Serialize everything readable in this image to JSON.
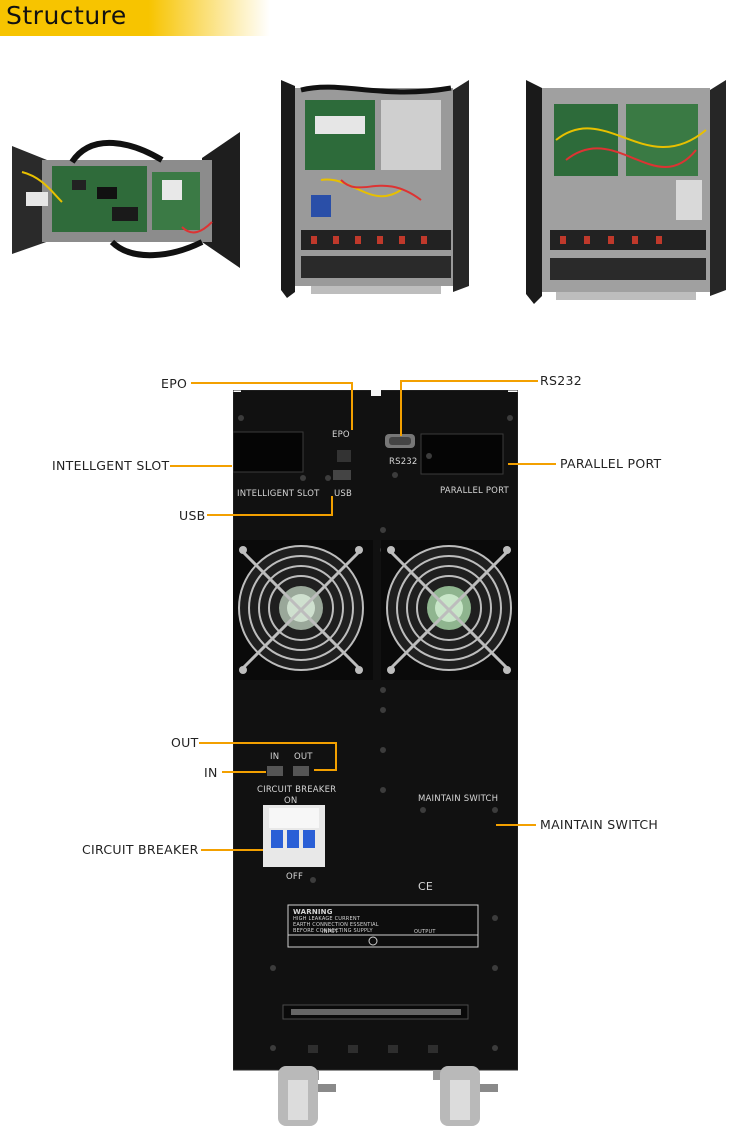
{
  "header": {
    "title": "Structure",
    "color": "#f7c400"
  },
  "callouts": {
    "epo": "EPO",
    "rs232": "RS232",
    "intelligent_slot": "INTELLGENT SLOT",
    "parallel_port": "PARALLEL PORT",
    "usb": "USB",
    "out": "OUT",
    "in": "IN",
    "maintain_switch": "MAINTAIN SWITCH",
    "circuit_breaker": "CIRCUIT BREAKER"
  },
  "panel_print": {
    "epo": "EPO",
    "rs232": "RS232",
    "intelligent_slot": "INTELLIGENT SLOT",
    "usb": "USB",
    "parallel_port": "PARALLEL PORT",
    "in": "IN",
    "out": "OUT",
    "circuit_breaker": "CIRCUIT BREAKER",
    "on": "ON",
    "off": "OFF",
    "maintain_switch": "MAINTAIN SWITCH",
    "warning": "WARNING",
    "warning_line1": "HIGH LEAKAGE CURRENT",
    "warning_line2": "EARTH CONNECTION ESSENTIAL",
    "warning_line3": "BEFORE CONNECTING SUPPLY",
    "input": "INPUT",
    "output": "OUTPUT",
    "ce": "CE"
  },
  "accent_color": "#f3a000"
}
